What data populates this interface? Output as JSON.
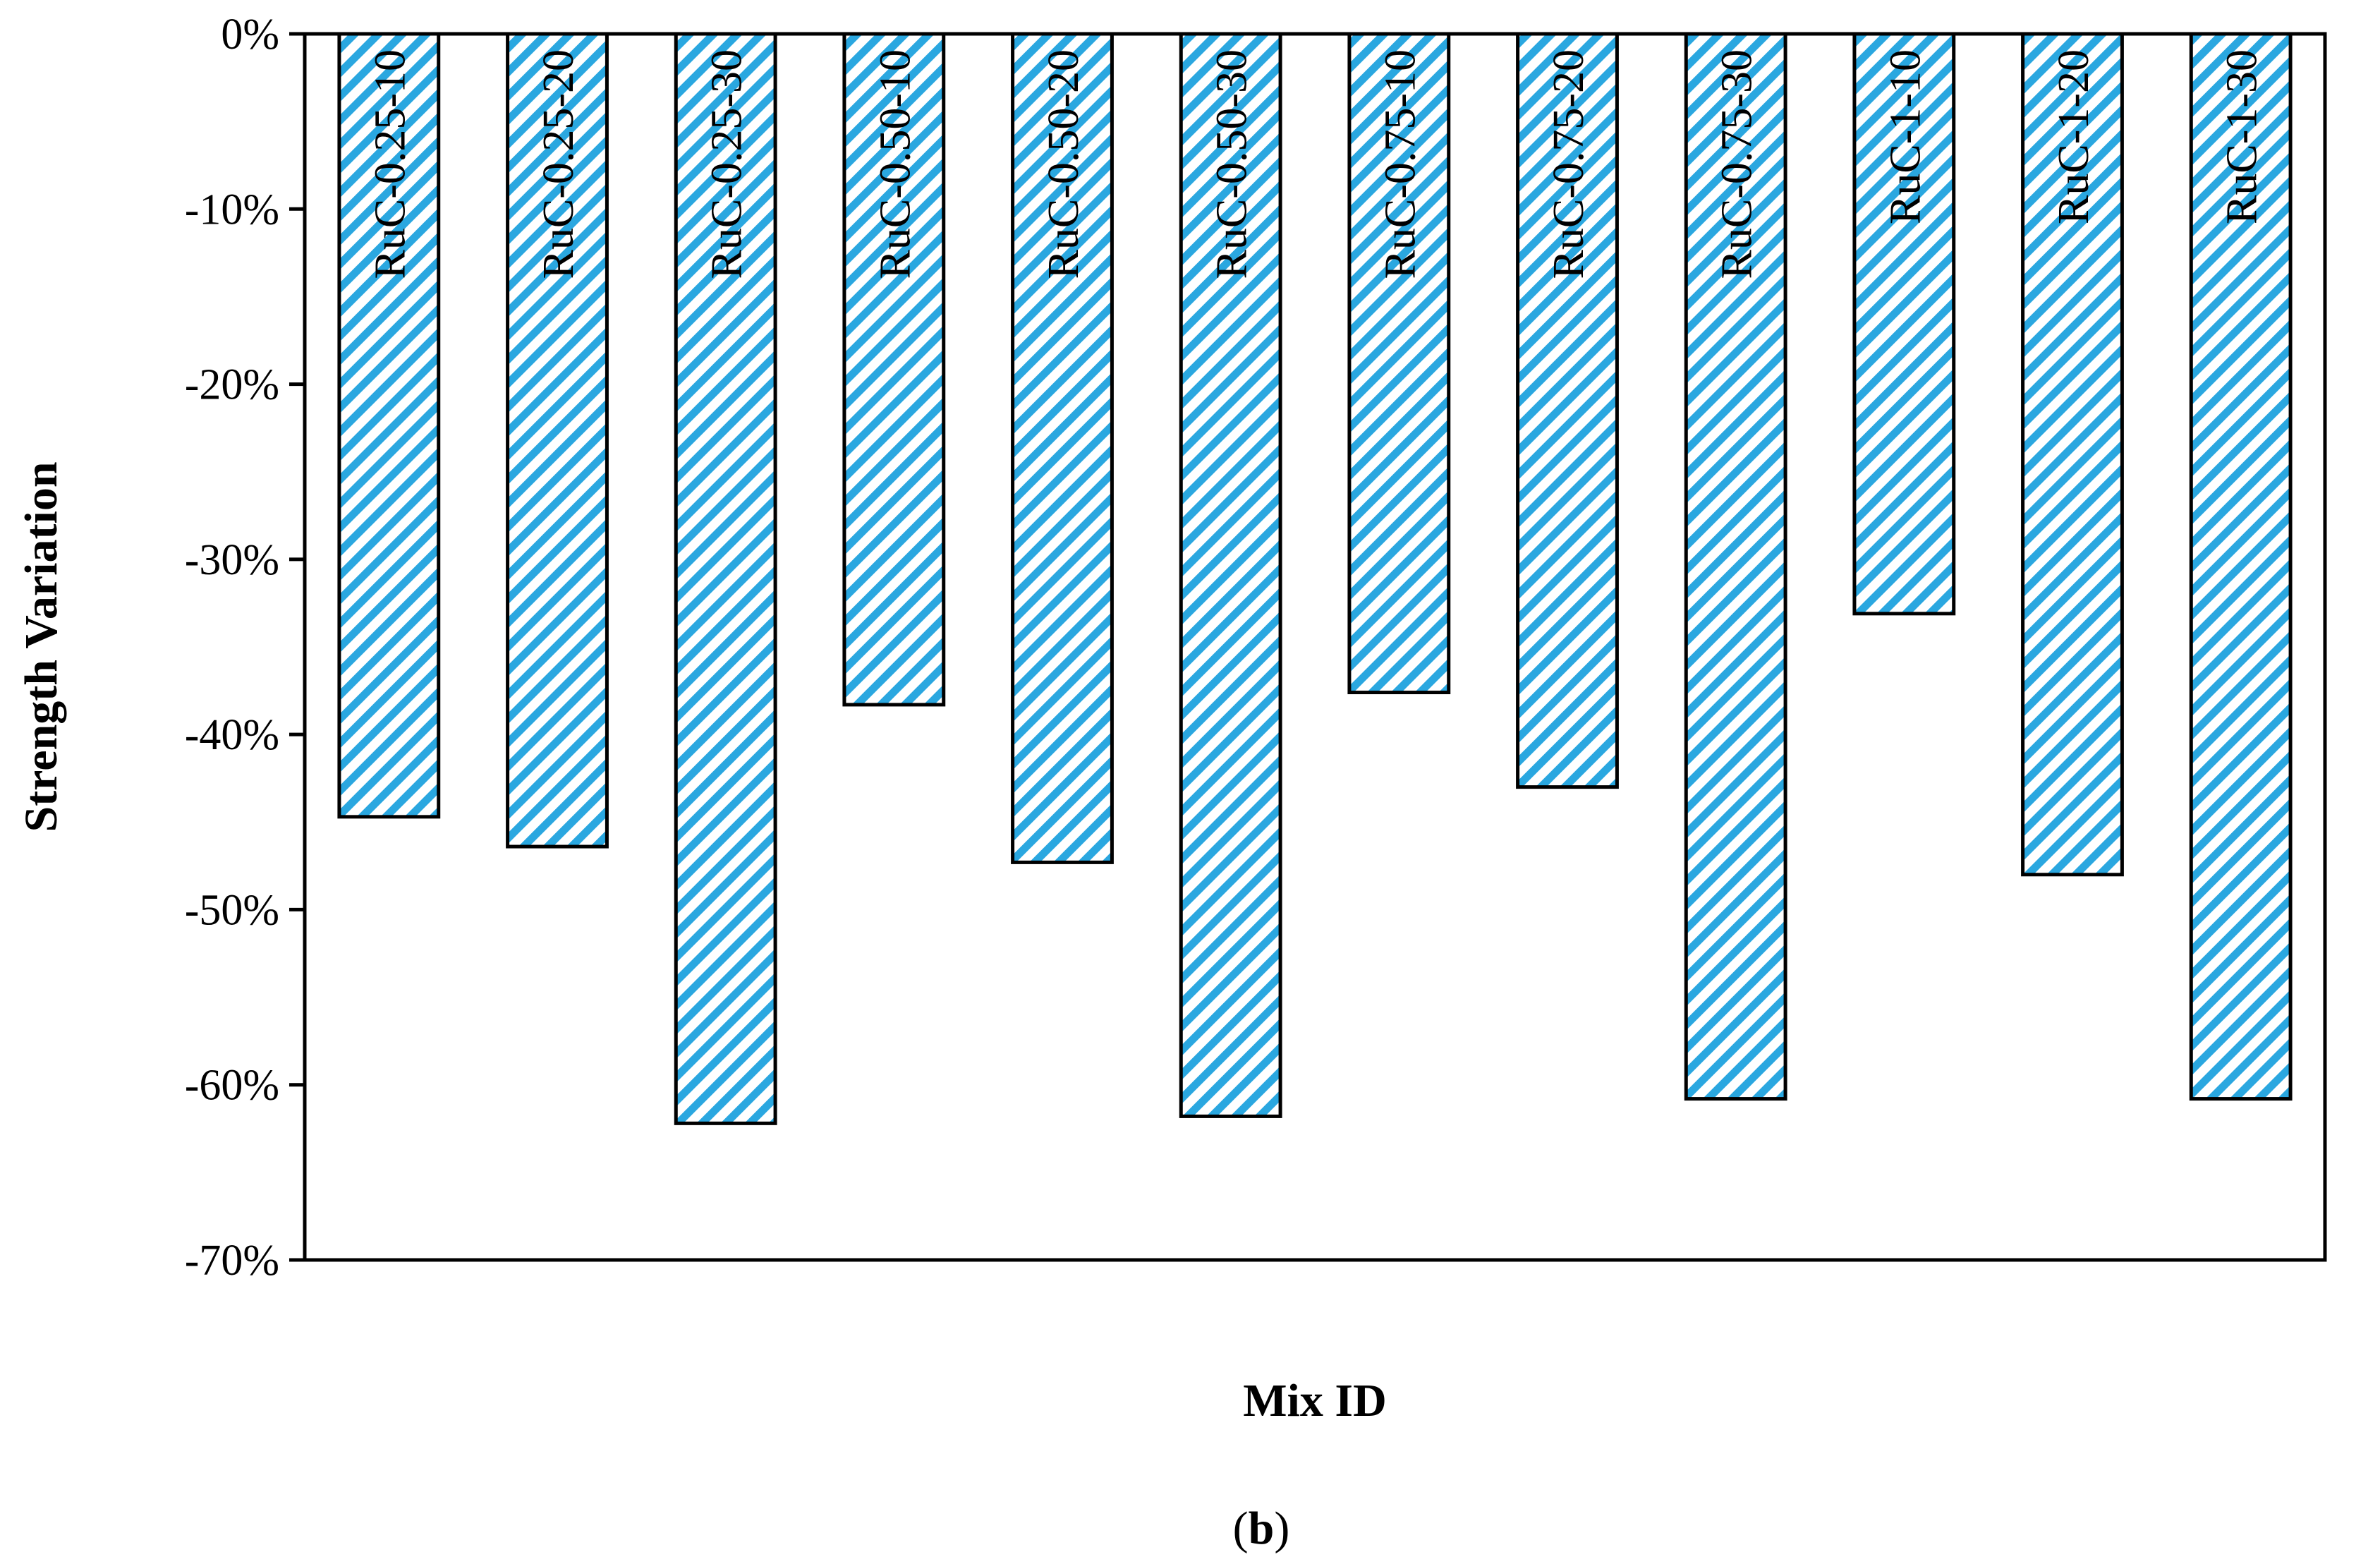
{
  "chart_data": {
    "type": "bar",
    "categories": [
      "RuC-0.25-10",
      "RuC-0.25-20",
      "RuC-0.25-30",
      "RuC-0.50-10",
      "RuC-0.50-20",
      "RuC-0.50-30",
      "RuC-0.75-10",
      "RuC-0.75-20",
      "RuC-0.75-30",
      "RuC-1-10",
      "RuC-1-20",
      "RuC-1-30"
    ],
    "values": [
      -44.7,
      -46.4,
      -62.2,
      -38.3,
      -47.3,
      -61.8,
      -37.6,
      -43.0,
      -60.8,
      -33.1,
      -48.0,
      -60.8
    ],
    "value_unit": "%",
    "xlabel": "Mix ID",
    "ylabel": "Strength Variation",
    "ylim": [
      -70,
      0
    ],
    "yticks": [
      0,
      -10,
      -20,
      -30,
      -40,
      -50,
      -60,
      -70
    ],
    "ytick_labels": [
      "0%",
      "-10%",
      "-20%",
      "-30%",
      "-40%",
      "-50%",
      "-60%",
      "-70%"
    ],
    "grid": false,
    "legend": "none",
    "bar_fill": "diagonal-hatch",
    "bar_color": "#2aa7e0",
    "bar_hatch_bg": "#ffffff",
    "bar_edge_color": "#000000",
    "caption": {
      "open": "(",
      "letter": "b",
      "close": ")"
    }
  }
}
